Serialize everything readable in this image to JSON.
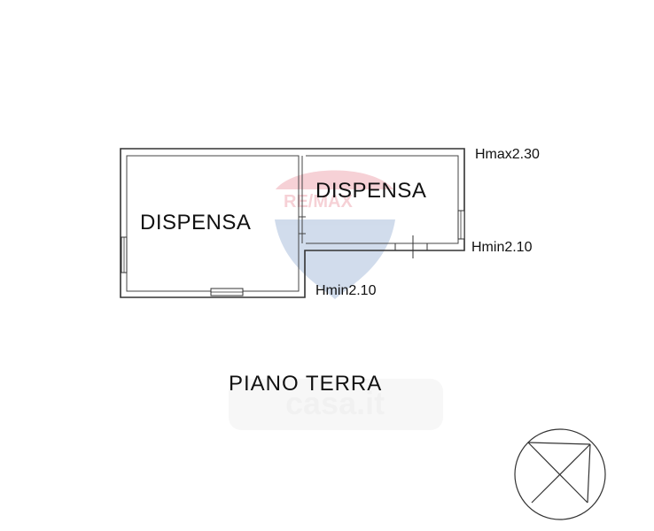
{
  "rooms": [
    {
      "label": "DISPENSA"
    },
    {
      "label": "DISPENSA"
    }
  ],
  "heights": {
    "max_top": "Hmax2.30",
    "min_right": "Hmin2.10",
    "min_bottom": "Hmin2.10"
  },
  "floor": {
    "label": "PIANO TERRA"
  },
  "watermarks": {
    "agency": "RE/MAX",
    "portal": "casa.it"
  },
  "colors": {
    "line": "#333333",
    "text": "#111111",
    "watermark_red": "#d9334a",
    "watermark_blue": "#2f5fa8",
    "watermark_grey": "#e6e6e6"
  }
}
